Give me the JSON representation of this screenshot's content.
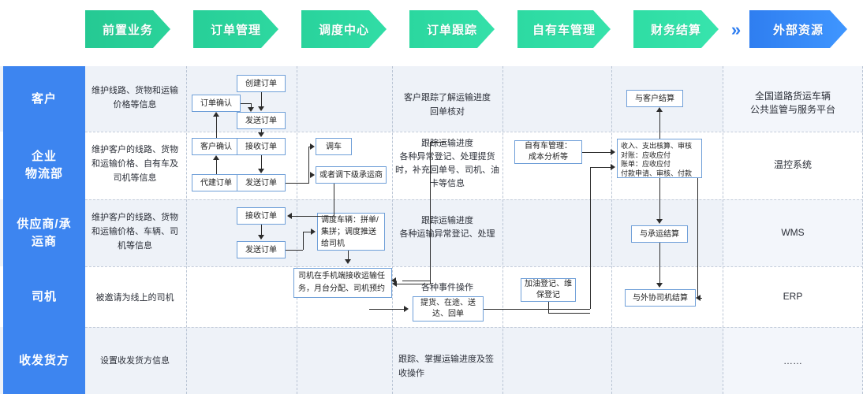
{
  "banner": {
    "separator_glyph": "»",
    "stages": [
      {
        "label": "前置业务"
      },
      {
        "label": "订单管理"
      },
      {
        "label": "调度中心"
      },
      {
        "label": "订单跟踪"
      },
      {
        "label": "自有车管理"
      },
      {
        "label": "财务结算"
      },
      {
        "label": "外部资源"
      }
    ],
    "accent_green": "#2ad39a",
    "accent_blue": "#3f96ff"
  },
  "rows": [
    {
      "label": "客户"
    },
    {
      "label": "企业\n物流部"
    },
    {
      "label": "供应商/承\n运商"
    },
    {
      "label": "司机"
    },
    {
      "label": "收发货方"
    }
  ],
  "pre_business": {
    "r1": "维护线路、货物和运输价格等信息",
    "r2": "维护客户的线路、货物和运输价格、自有车及司机等信息",
    "r3": "维护客户的线路、货物和运输价格、车辆、司机等信息",
    "r4": "被邀请为线上的司机",
    "r5": "设置收发货方信息"
  },
  "order_mgmt": {
    "create_order": "创建订单",
    "order_confirm": "订单确认",
    "send_order_1": "发送订单",
    "customer_confirm": "客户确认",
    "receive_order_1": "接收订单",
    "proxy_create_order": "代建订单",
    "send_order_2": "发送订单",
    "receive_order_2": "接收订单",
    "send_order_3": "发送订单"
  },
  "dispatch": {
    "dispatch_vehicle": "调车",
    "or_sub_carrier": "或者调下级承运商",
    "schedule_vehicle": "调度车辆：拼单/集拼；调度推送给司机",
    "driver_mobile": "司机在手机端接收运输任务，月台分配、司机预约"
  },
  "tracking": {
    "r1": "客户跟踪了解运输进度\n回单核对",
    "r2": "跟踪运输进度\n各种异常登记、处理提货时，补充回单号、司机、油卡等信息",
    "r3": "跟踪运输进度\n各种运输异常登记、处理",
    "r4_title": "各种事件操作",
    "r4_box": "提货、在途、送达、回单",
    "r5": "跟踪、掌握运输进度及签收操作"
  },
  "own_vehicle": {
    "manage": "自有车管理：\n成本分析等",
    "fuel_maint": "加油登记、维\n保登记"
  },
  "finance": {
    "settle_customer": "与客户结算",
    "core": "收入、支出核算、审核\n对账：应收应付\n账单：应收应付\n付款申请、审核、付款",
    "settle_carrier": "与承运结算",
    "settle_ext_driver": "与外协司机结算"
  },
  "external": {
    "r1": "全国道路货运车辆\n公共监管与服务平台",
    "r2": "温控系统",
    "r3": "WMS",
    "r4": "ERP",
    "r5": "……"
  }
}
